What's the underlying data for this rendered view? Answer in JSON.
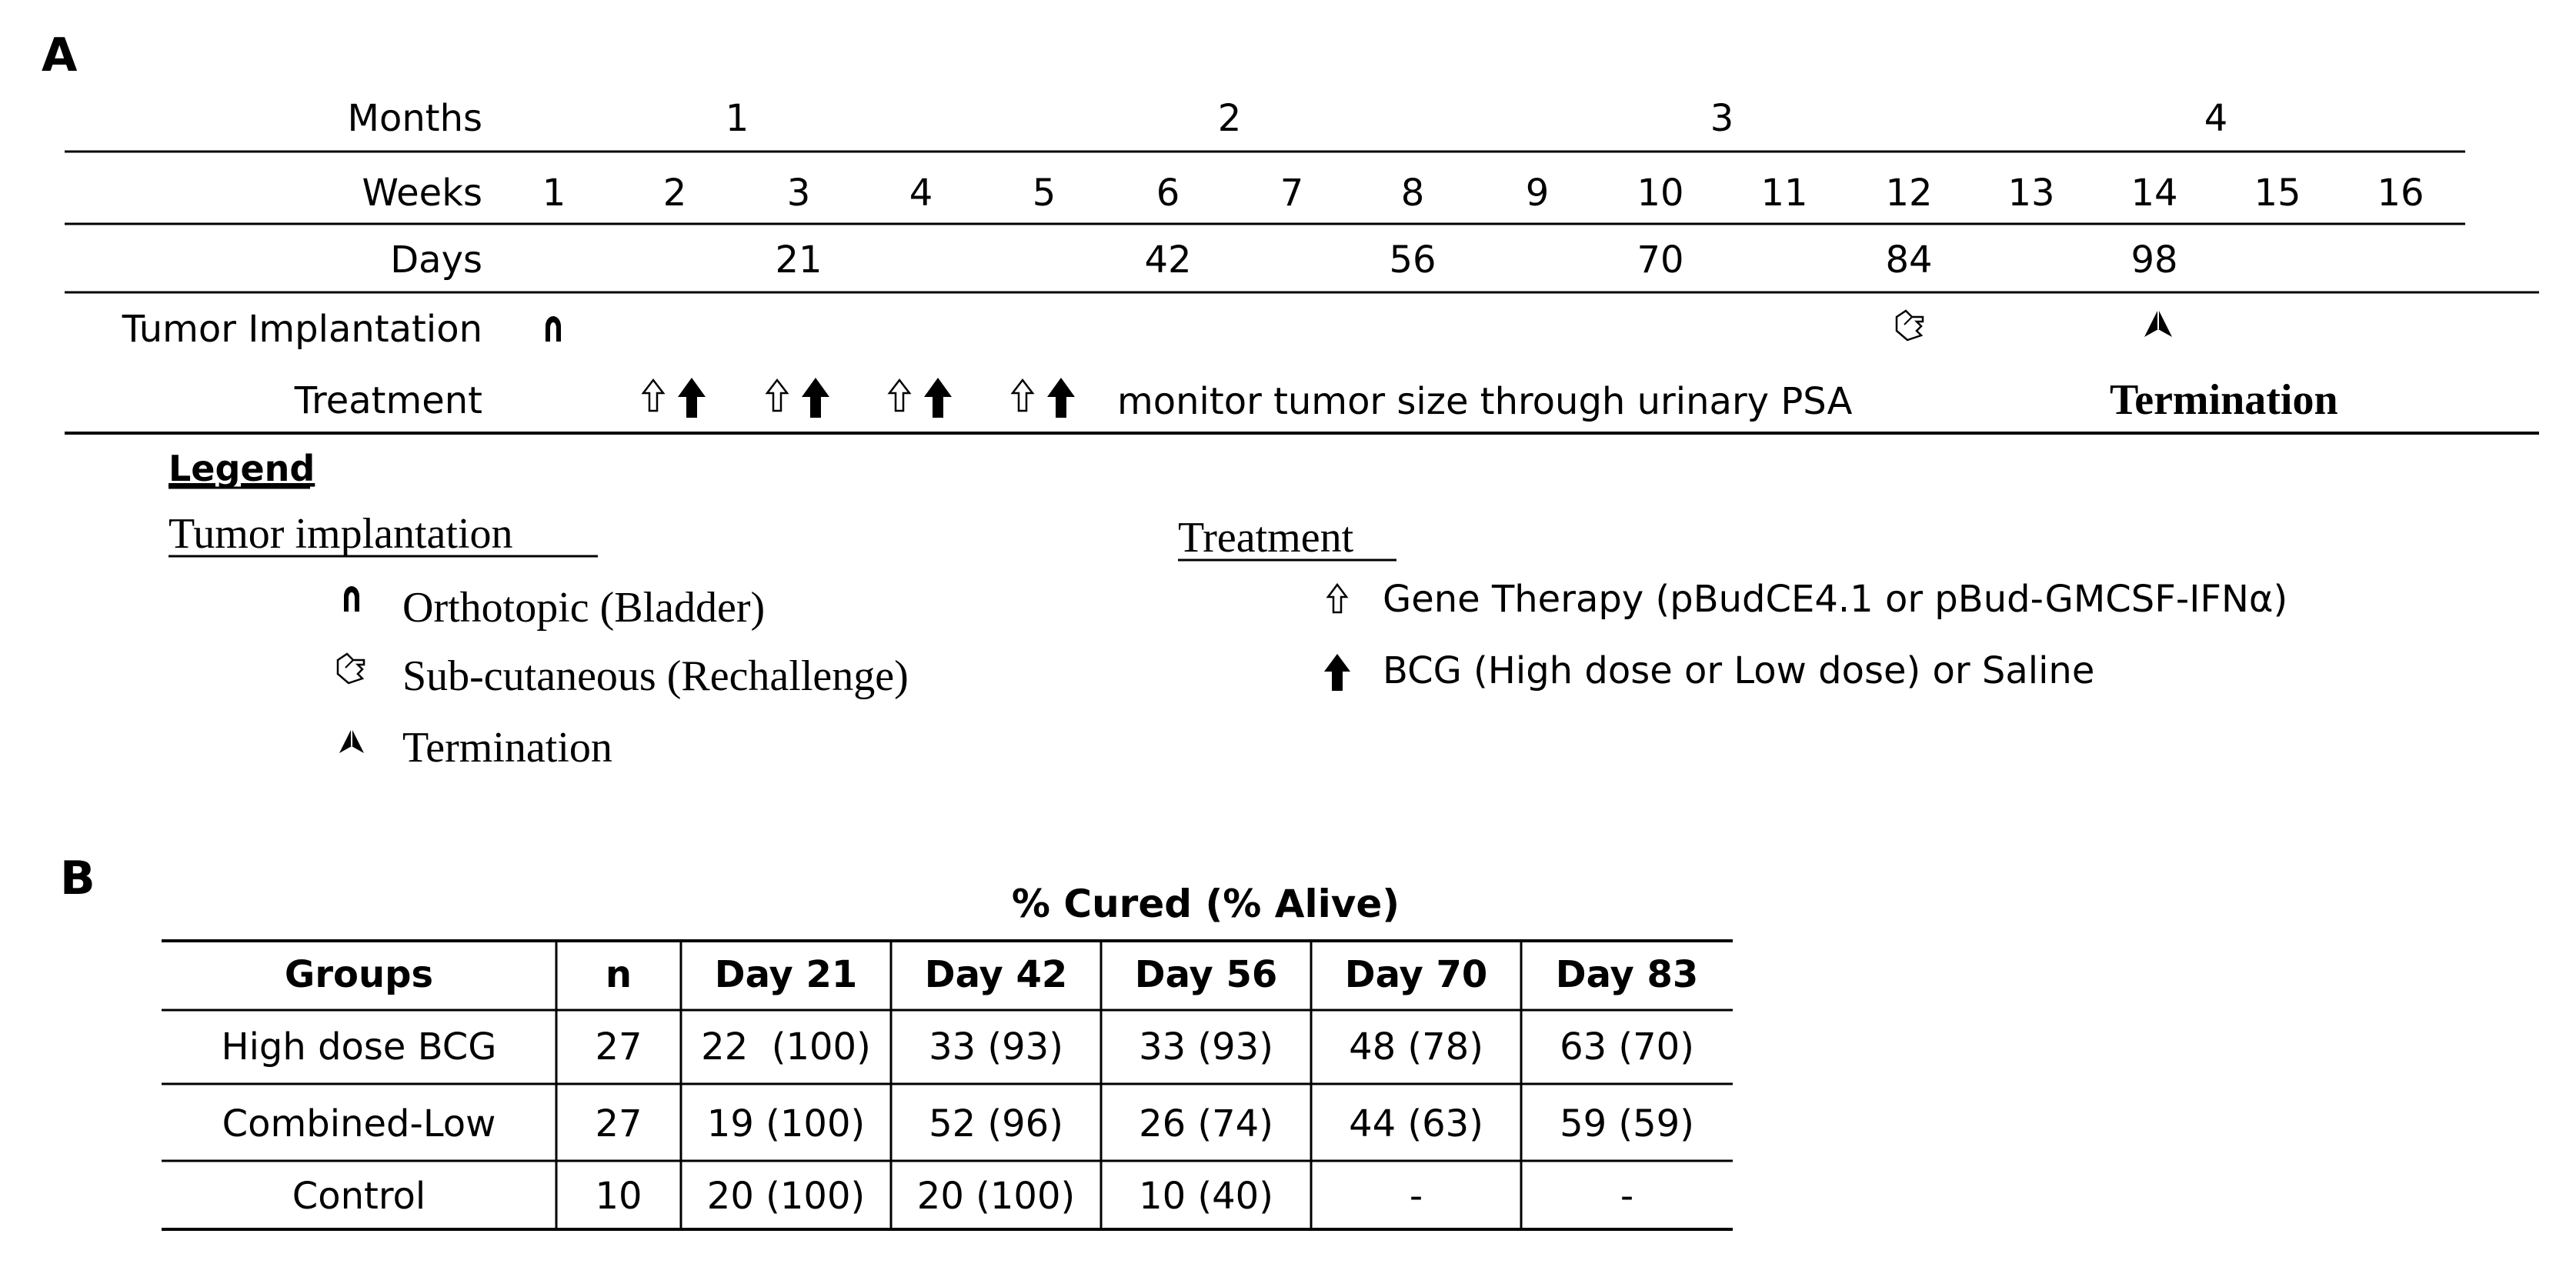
{
  "panel_a": {
    "label": "A",
    "timeline": {
      "months_label": "Months",
      "months": [
        "1",
        "2",
        "3",
        "4"
      ],
      "weeks_label": "Weeks",
      "weeks": [
        "1",
        "2",
        "3",
        "4",
        "5",
        "6",
        "7",
        "8",
        "9",
        "10",
        "11",
        "12",
        "13",
        "14",
        "15",
        "16"
      ],
      "days_label": "Days",
      "days": [
        "21",
        "42",
        "56",
        "70",
        "84",
        "98"
      ],
      "tumor_implantation_label": "Tumor Implantation",
      "treatment_label": "Treatment",
      "monitor_text": "monitor tumor size through urinary PSA",
      "termination_text": "Termination"
    },
    "legend": {
      "title": "Legend",
      "tumor_heading": "Tumor implantation",
      "tumor_items": [
        "Orthotopic (Bladder)",
        "Sub-cutaneous (Rechallenge)",
        "Termination"
      ],
      "treatment_heading": "Treatment",
      "treatment_items": [
        "Gene Therapy (pBudCE4.1 or pBud-GMCSF-IFNα)",
        "BCG (High dose or Low dose) or Saline"
      ]
    },
    "icons": {
      "orthotopic": "horseshoe-icon",
      "rechallenge": "pointing-hand-icon",
      "termination": "arrowhead-icon",
      "gene_therapy": "hollow-up-arrow-icon",
      "bcg": "solid-up-arrow-icon"
    }
  },
  "panel_b": {
    "label": "B",
    "table_title": "% Cured (% Alive)",
    "headers": [
      "Groups",
      "n",
      "Day 21",
      "Day 42",
      "Day 56",
      "Day 70",
      "Day 83"
    ],
    "rows": [
      [
        "High dose BCG",
        "27",
        "22  (100)",
        "33 (93)",
        "33 (93)",
        "48 (78)",
        "63 (70)"
      ],
      [
        "Combined-Low",
        "27",
        "19 (100)",
        "52 (96)",
        "26 (74)",
        "44 (63)",
        "59 (59)"
      ],
      [
        "Control",
        "10",
        "20 (100)",
        "20 (100)",
        "10 (40)",
        "-",
        "-"
      ]
    ]
  }
}
